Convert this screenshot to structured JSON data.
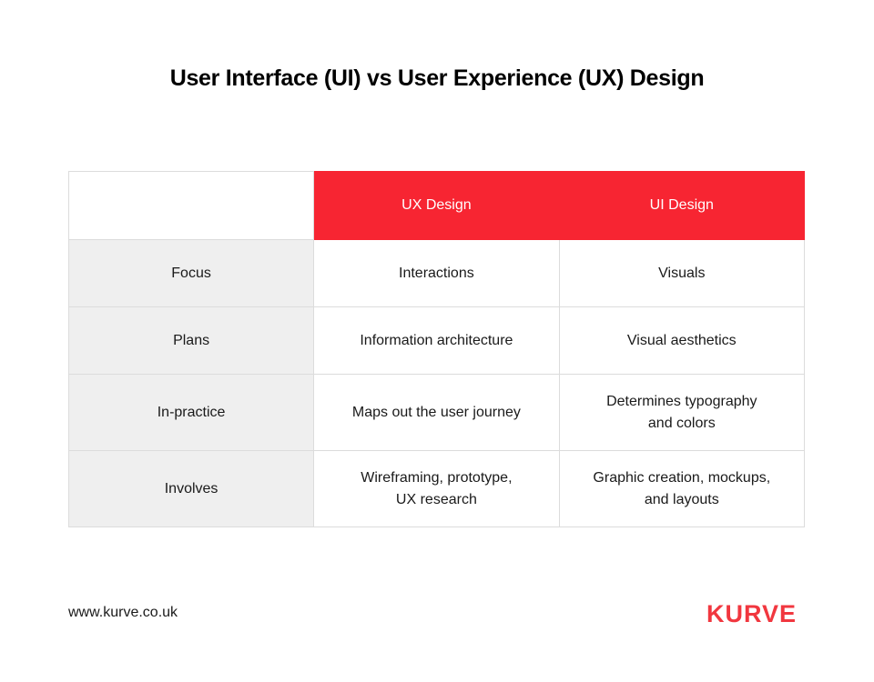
{
  "title": "User Interface (UI) vs User Experience (UX) Design",
  "table": {
    "headers": [
      "",
      "UX Design",
      "UI Design"
    ],
    "rows": [
      {
        "label": "Focus",
        "ux": "Interactions",
        "ui": "Visuals"
      },
      {
        "label": "Plans",
        "ux": "Information architecture",
        "ui": "Visual aesthetics"
      },
      {
        "label": "In-practice",
        "ux": "Maps out the user journey",
        "ui": "Determines typography\nand colors"
      },
      {
        "label": "Involves",
        "ux": "Wireframing, prototype,\nUX research",
        "ui": "Graphic creation, mockups,\nand layouts"
      }
    ]
  },
  "footer": {
    "url": "www.kurve.co.uk",
    "logo": "KURVE"
  },
  "colors": {
    "accent": "#f72532",
    "label_bg": "#efefef"
  }
}
